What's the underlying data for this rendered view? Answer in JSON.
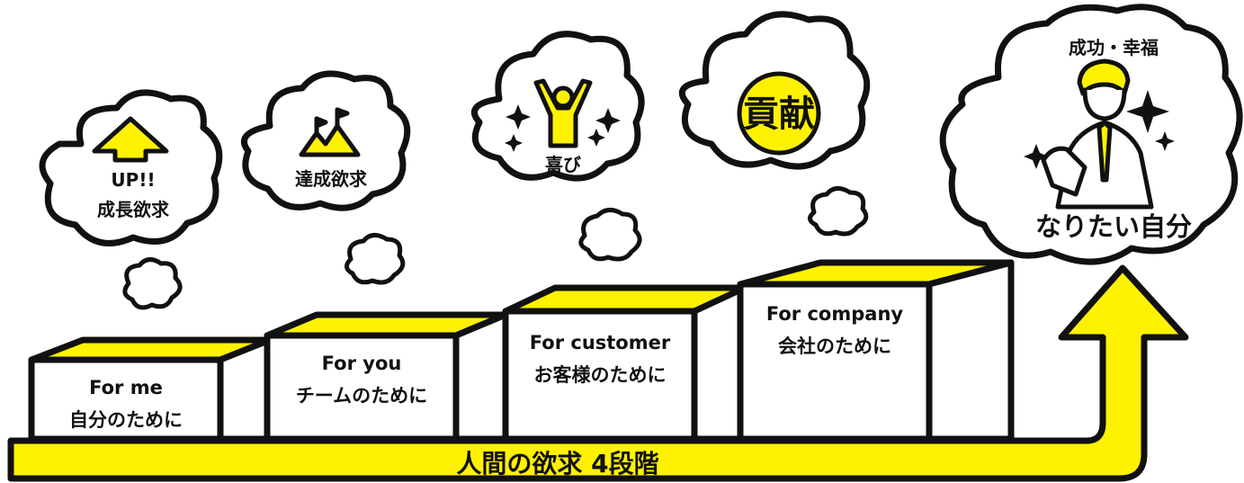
{
  "base_label": "人間の欲求 4段階",
  "steps": [
    {
      "line1": "For me",
      "line2": "自分のために"
    },
    {
      "line1": "For you",
      "line2": "チームのために"
    },
    {
      "line1": "For customer",
      "line2": "お客様のために"
    },
    {
      "line1": "For company",
      "line2": "会社のために"
    }
  ],
  "bubbles": [
    {
      "line1": "UP!!",
      "line2": "成長欲求"
    },
    {
      "line1": "達成欲求"
    },
    {
      "line1": "喜び"
    },
    {
      "line1": "貢献"
    }
  ],
  "goal": {
    "top": "成功・幸福",
    "bottom": "なりたい自分"
  },
  "colors": {
    "accent": "#fff200",
    "ink": "#111111"
  }
}
